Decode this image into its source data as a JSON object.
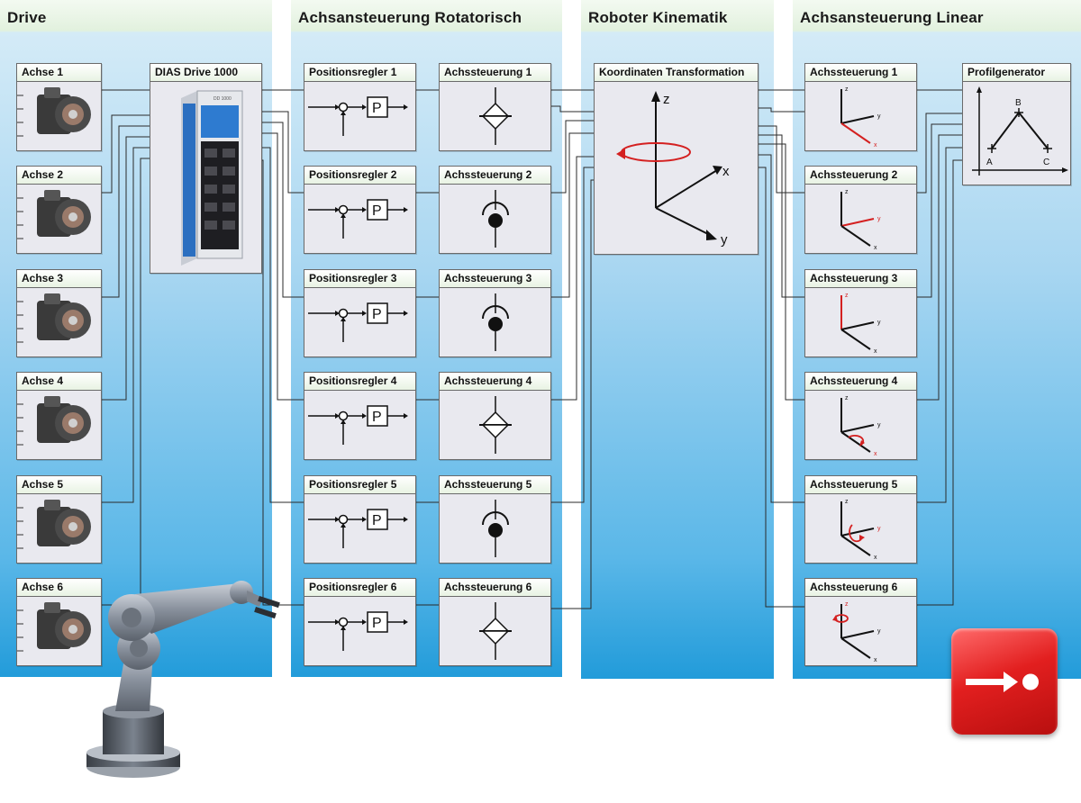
{
  "columns": {
    "drive": "Drive",
    "rot": "Achsansteuerung Rotatorisch",
    "kin": "Roboter Kinematik",
    "lin": "Achsansteuerung Linear"
  },
  "drive": {
    "axes": [
      "Achse 1",
      "Achse 2",
      "Achse 3",
      "Achse 4",
      "Achse 5",
      "Achse 6"
    ],
    "controller": "DIAS Drive 1000",
    "controller_badge": "DD 1000"
  },
  "rot": {
    "regler": [
      "Positionsregler 1",
      "Positionsregler 2",
      "Positionsregler 3",
      "Positionsregler 4",
      "Positionsregler 5",
      "Positionsregler 6"
    ],
    "p_label": "P",
    "steuerung": [
      "Achssteuerung 1",
      "Achssteuerung 2",
      "Achssteuerung 3",
      "Achssteuerung 4",
      "Achssteuerung 5",
      "Achssteuerung 6"
    ]
  },
  "kin": {
    "title": "Koordinaten Transformation",
    "axis_z": "z",
    "axis_x": "x",
    "axis_y": "y"
  },
  "lin": {
    "steuerung": [
      "Achssteuerung 1",
      "Achssteuerung 2",
      "Achssteuerung 3",
      "Achssteuerung 4",
      "Achssteuerung 5",
      "Achssteuerung 6"
    ],
    "axis_z": "z",
    "axis_y": "y",
    "axis_x": "x",
    "profil": "Profilgenerator",
    "point_a": "A",
    "point_b": "B",
    "point_c": "C"
  },
  "colors": {
    "accent_red": "#d42020",
    "panel_blue": "#1f9ad9",
    "header_green": "#e8f3e3"
  }
}
